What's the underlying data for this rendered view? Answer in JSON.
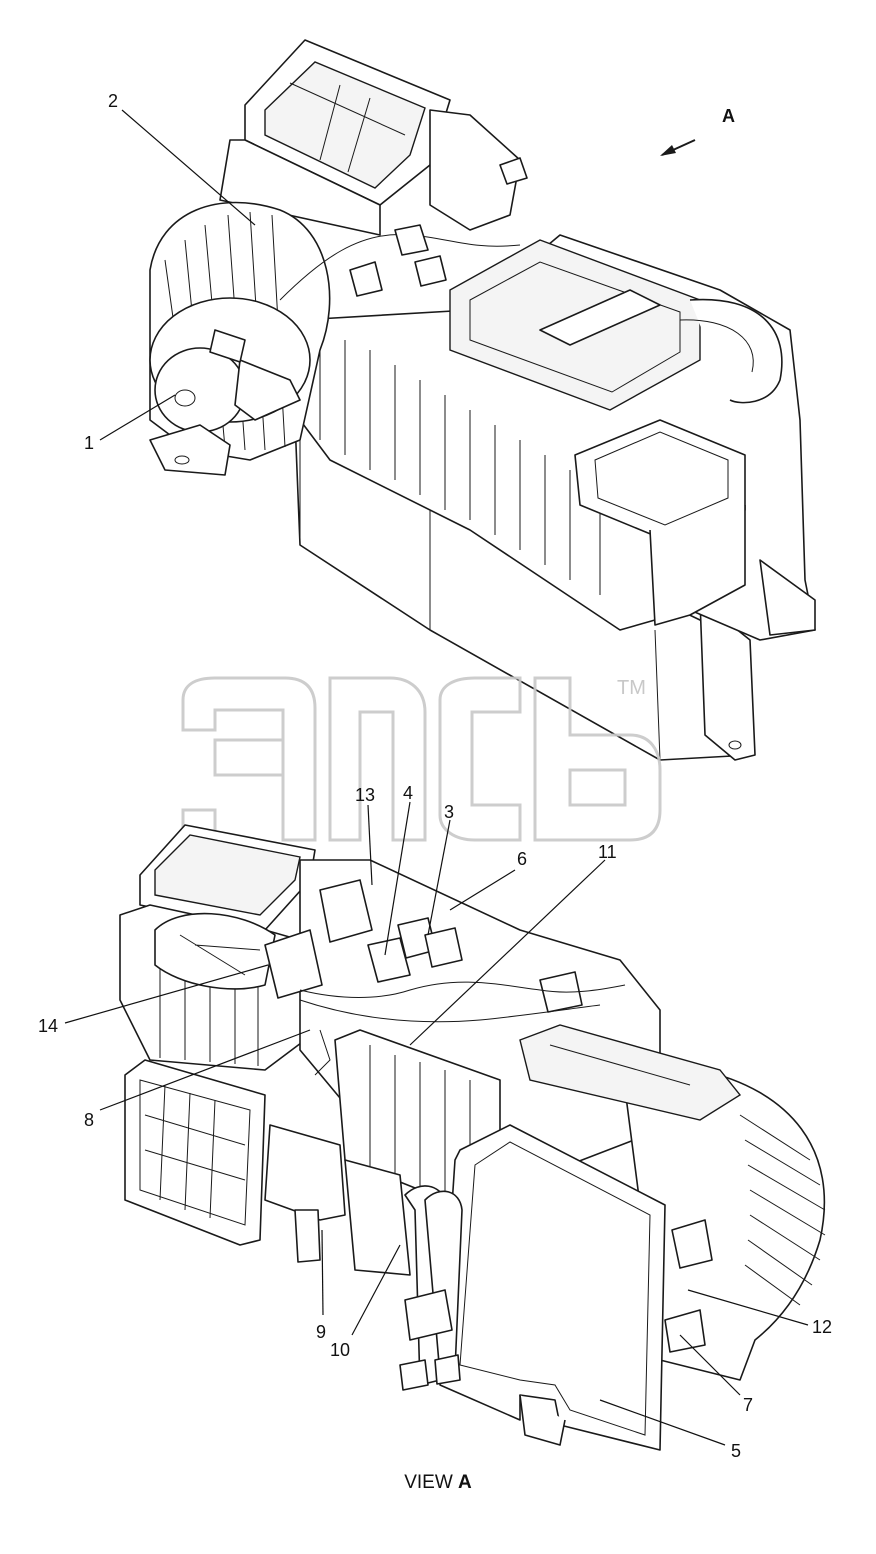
{
  "view_marker": {
    "letter": "A"
  },
  "view_caption": {
    "prefix": "VIEW",
    "letter": "A"
  },
  "watermark": {
    "trademark": "TM"
  },
  "callouts": {
    "c1": "1",
    "c2": "2",
    "c3": "3",
    "c4": "4",
    "c5": "5",
    "c6": "6",
    "c7": "7",
    "c8": "8",
    "c9": "9",
    "c10": "10",
    "c11": "11",
    "c12": "12",
    "c13": "13",
    "c14": "14"
  },
  "colors": {
    "ink": "#1a1a1a",
    "watermark": "#c8c8c8",
    "background": "#ffffff"
  }
}
